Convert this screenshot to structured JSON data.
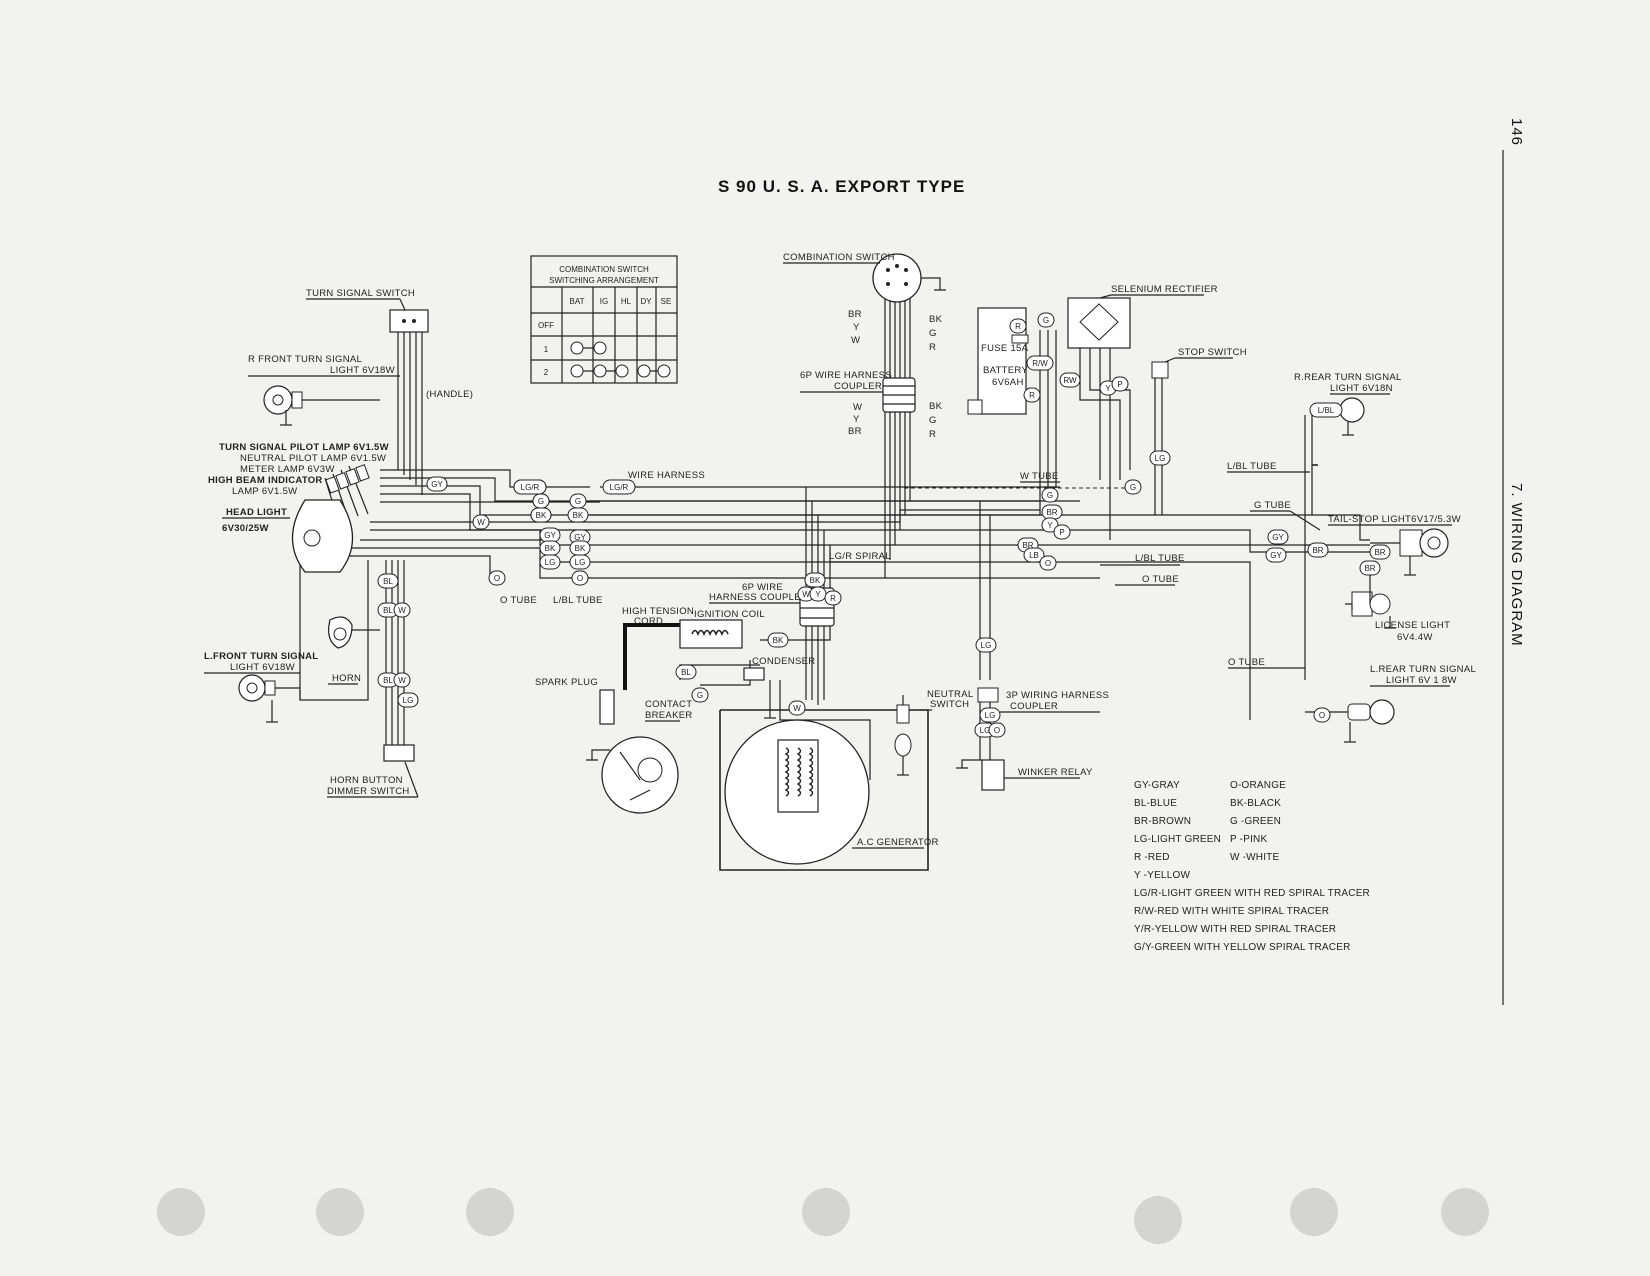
{
  "title": "S 90 U. S. A. EXPORT TYPE",
  "page_number": "146",
  "section": "7. WIRING DIAGRAM",
  "combination_table": {
    "title_line1": "COMBINATION SWITCH",
    "title_line2": "SWITCHING ARRANGEMENT",
    "columns": [
      "BAT",
      "IG",
      "HL",
      "DY",
      "SE"
    ],
    "rows": [
      "OFF",
      "1",
      "2"
    ]
  },
  "labels": {
    "turn_signal_switch": "TURN SIGNAL SWITCH",
    "r_front_turn_1": "R FRONT TURN SIGNAL",
    "r_front_turn_2": "LIGHT 6V18W",
    "handle": "(HANDLE)",
    "pilot_1": "TURN SIGNAL PILOT LAMP 6V1.5W",
    "pilot_2": "NEUTRAL PILOT LAMP 6V1.5W",
    "pilot_3": "METER LAMP 6V3W",
    "pilot_4": "HIGH BEAM INDICATOR",
    "pilot_5": "LAMP 6V1.5W",
    "head_light_1": "HEAD LIGHT",
    "head_light_2": "6V30/25W",
    "l_front_1": "L.FRONT TURN SIGNAL",
    "l_front_2": "LIGHT 6V18W",
    "horn": "HORN",
    "horn_button_1": "HORN BUTTON",
    "horn_button_2": "DIMMER SWITCH",
    "o_tube_left": "O TUBE",
    "lbl_tube_left": "L/BL TUBE",
    "wire_harness": "WIRE HARNESS",
    "combination_switch": "COMBINATION SWITCH",
    "coupler_6p_1": "6P WIRE HARNESS",
    "coupler_6p_2": "COUPLER",
    "coupler_6p_b1": "6P WIRE",
    "coupler_6p_b2": "HARNESS COUPLER",
    "lg_r_spiral": "LG/R SPIRAL",
    "high_tension_1": "HIGH TENSION",
    "high_tension_2": "CORD",
    "ignition_coil": "IGNITION COIL",
    "condenser": "CONDENSER",
    "spark_plug": "SPARK PLUG",
    "contact_breaker_1": "CONTACT",
    "contact_breaker_2": "BREAKER",
    "ac_generator": "A.C GENERATOR",
    "neutral_switch_1": "NEUTRAL",
    "neutral_switch_2": "SWITCH",
    "coupler_3p_1": "3P WIRING HARNESS",
    "coupler_3p_2": "COUPLER",
    "winker_relay": "WINKER RELAY",
    "selenium_rectifier": "SELENIUM RECTIFIER",
    "fuse": "FUSE 15A",
    "battery_1": "BATTERY",
    "battery_2": "6V6AH",
    "stop_switch": "STOP SWITCH",
    "w_tube": "W TUBE",
    "g_tube": "G TUBE",
    "lbl_tube_right": "L/BL TUBE",
    "o_tube_right": "O TUBE",
    "o_tube_lower": "O TUBE",
    "rear_turn_1": "R.REAR TURN SIGNAL",
    "rear_turn_2": "LIGHT 6V18N",
    "lbl_tube_upper": "L/BL TUBE",
    "tail_stop": "TAIL-STOP LIGHT6V17/5.3W",
    "license_1": "LICENSE LIGHT",
    "license_2": "6V4.4W",
    "l_rear_1": "L.REAR TURN SIGNAL",
    "l_rear_2": "LIGHT 6V 1 8W"
  },
  "wire_left_letters": [
    "BR",
    "Y",
    "W"
  ],
  "wire_right_letters": [
    "BK",
    "G",
    "R"
  ],
  "wire_left_letters_b": [
    "W",
    "Y",
    "BR"
  ],
  "wire_right_letters_b": [
    "BK",
    "G",
    "R"
  ],
  "legend_left": [
    "GY-GRAY",
    "BL-BLUE",
    "BR-BROWN",
    "LG-LIGHT GREEN",
    "R -RED",
    "Y -YELLOW"
  ],
  "legend_right": [
    "O-ORANGE",
    "BK-BLACK",
    "G -GREEN",
    "P -PINK",
    "W -WHITE"
  ],
  "legend_tracers": [
    "LG/R-LIGHT GREEN WITH RED SPIRAL TRACER",
    "R/W-RED WITH WHITE SPIRAL TRACER",
    "Y/R-YELLOW WITH RED SPIRAL TRACER",
    "G/Y-GREEN WITH YELLOW SPIRAL TRACER"
  ],
  "bubbles_center_left": [
    "GY",
    "LG/R",
    "G",
    "BK",
    "W",
    "GY",
    "BK",
    "LG",
    "O",
    "LG/R",
    "G",
    "BK"
  ],
  "bubbles_center_right": [
    "LG/R",
    "G",
    "BK",
    "GY",
    "BK",
    "LG",
    "O"
  ],
  "bubbles_lower_left": [
    "BL",
    "BL",
    "W",
    "BL",
    "W",
    "LG"
  ],
  "bubbles_coupler": [
    "BK",
    "W",
    "Y",
    "R"
  ],
  "bubbles_ignition": [
    "BK",
    "BL",
    "G",
    "W"
  ],
  "bubbles_battery": [
    "R",
    "G",
    "R/W",
    "R",
    "RW",
    "Y",
    "P"
  ],
  "bubbles_right": [
    "G",
    "G",
    "BR",
    "Y",
    "P",
    "BR",
    "LB",
    "O",
    "LG"
  ],
  "bubbles_far_right": [
    "L/BL",
    "GY",
    "GY",
    "BR",
    "BR",
    "BR",
    "O",
    "LG"
  ],
  "bubbles_3p": [
    "LG",
    "O",
    "LG"
  ]
}
